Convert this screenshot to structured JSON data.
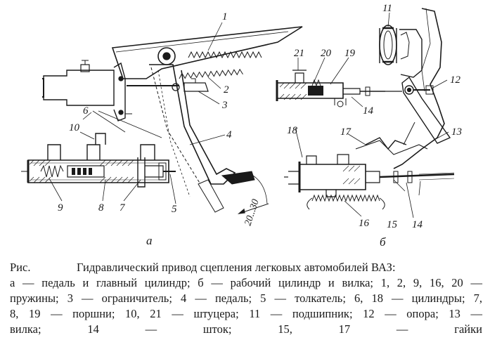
{
  "figure": {
    "sublabels": {
      "a": "а",
      "b": "б"
    },
    "callouts_a": [
      "1",
      "2",
      "3",
      "4",
      "5",
      "6",
      "7",
      "8",
      "9",
      "10"
    ],
    "callouts_b": [
      "11",
      "12",
      "13",
      "14",
      "14",
      "15",
      "16",
      "17",
      "18",
      "19",
      "20",
      "21"
    ],
    "travel_label": "20...30"
  },
  "caption": {
    "prefix": "Рис.",
    "title": "Гидравлический привод сцепления легковых автомобилей ВАЗ:",
    "line1": "а — педаль и главный цилиндр; б — рабочий цилиндр и вилка; 1, 2, 9, 16, 20 —",
    "line2": "пружины; 3 — ограничитель; 4 — педаль; 5 — толкатель; 6, 18 — цилиндры; 7,",
    "line3": "8, 19 — поршни; 10, 21 — штуцера; 11 — подшипник; 12 — опора; 13 —",
    "line4": "вилка; 14 — шток; 15, 17 — гайки"
  }
}
